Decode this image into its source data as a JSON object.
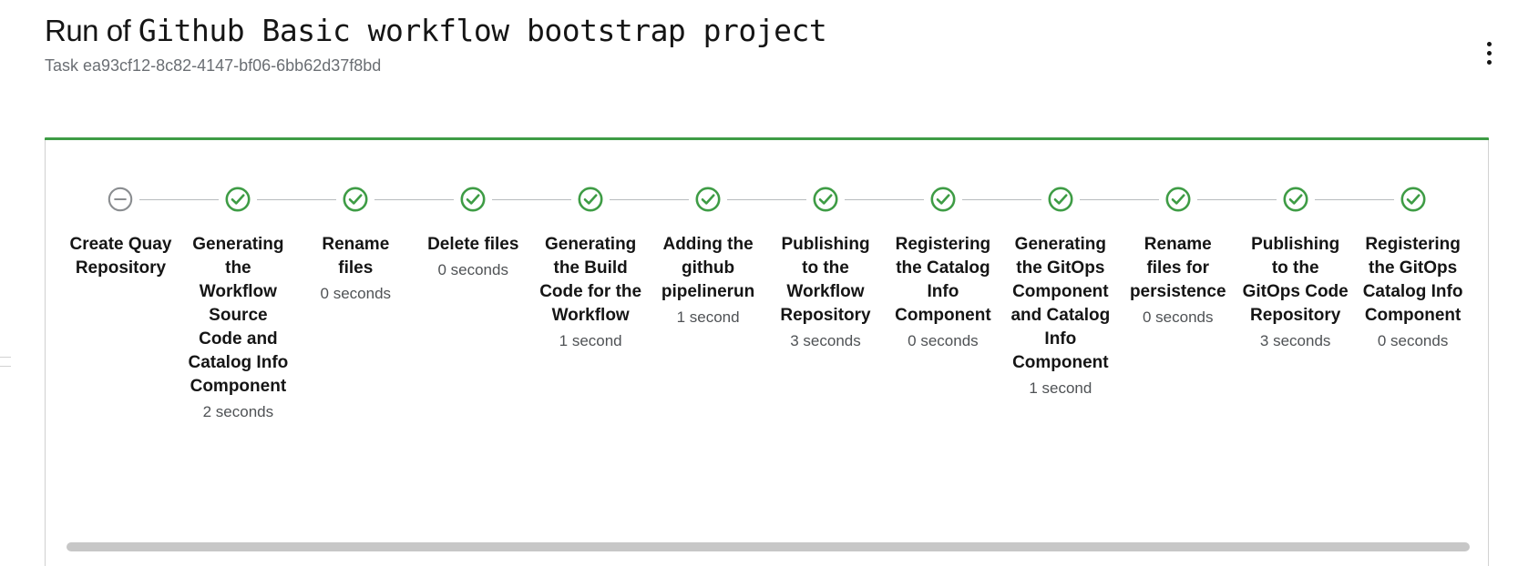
{
  "header": {
    "title_prefix": "Run of ",
    "title_workflow": "Github Basic workflow bootstrap project",
    "subtitle": "Task ea93cf12-8c82-4147-bf06-6bb62d37f8bd",
    "kebab_label": "Actions"
  },
  "colors": {
    "accent_green": "#3e9c45",
    "success_icon": "#3e9c45",
    "pending_icon": "#8a8d90",
    "card_border": "#d2d2d2",
    "title_text": "#151515",
    "subtitle_text": "#6a6e73",
    "duration_text": "#4f5255",
    "connector_line": "#b8bbbe",
    "scrollbar_thumb": "#c7c7c7"
  },
  "stepper": {
    "steps": [
      {
        "label": "Create Quay Repository",
        "duration": "",
        "status": "skipped",
        "icon": "minus-circle-icon"
      },
      {
        "label": "Generating the Workflow Source Code and Catalog Info Component",
        "duration": "2 seconds",
        "status": "success",
        "icon": "check-circle-icon"
      },
      {
        "label": "Rename files",
        "duration": "0 seconds",
        "status": "success",
        "icon": "check-circle-icon"
      },
      {
        "label": "Delete files",
        "duration": "0 seconds",
        "status": "success",
        "icon": "check-circle-icon"
      },
      {
        "label": "Generating the Build Code for the Workflow",
        "duration": "1 second",
        "status": "success",
        "icon": "check-circle-icon"
      },
      {
        "label": "Adding the github pipelinerun",
        "duration": "1 second",
        "status": "success",
        "icon": "check-circle-icon"
      },
      {
        "label": "Publishing to the Workflow Repository",
        "duration": "3 seconds",
        "status": "success",
        "icon": "check-circle-icon"
      },
      {
        "label": "Registering the Catalog Info Component",
        "duration": "0 seconds",
        "status": "success",
        "icon": "check-circle-icon"
      },
      {
        "label": "Generating the GitOps Component and Catalog Info Component",
        "duration": "1 second",
        "status": "success",
        "icon": "check-circle-icon"
      },
      {
        "label": "Rename files for persistence",
        "duration": "0 seconds",
        "status": "success",
        "icon": "check-circle-icon"
      },
      {
        "label": "Publishing to the GitOps Code Repository",
        "duration": "3 seconds",
        "status": "success",
        "icon": "check-circle-icon"
      },
      {
        "label": "Registering the GitOps Catalog Info Component",
        "duration": "0 seconds",
        "status": "success",
        "icon": "check-circle-icon"
      }
    ]
  }
}
